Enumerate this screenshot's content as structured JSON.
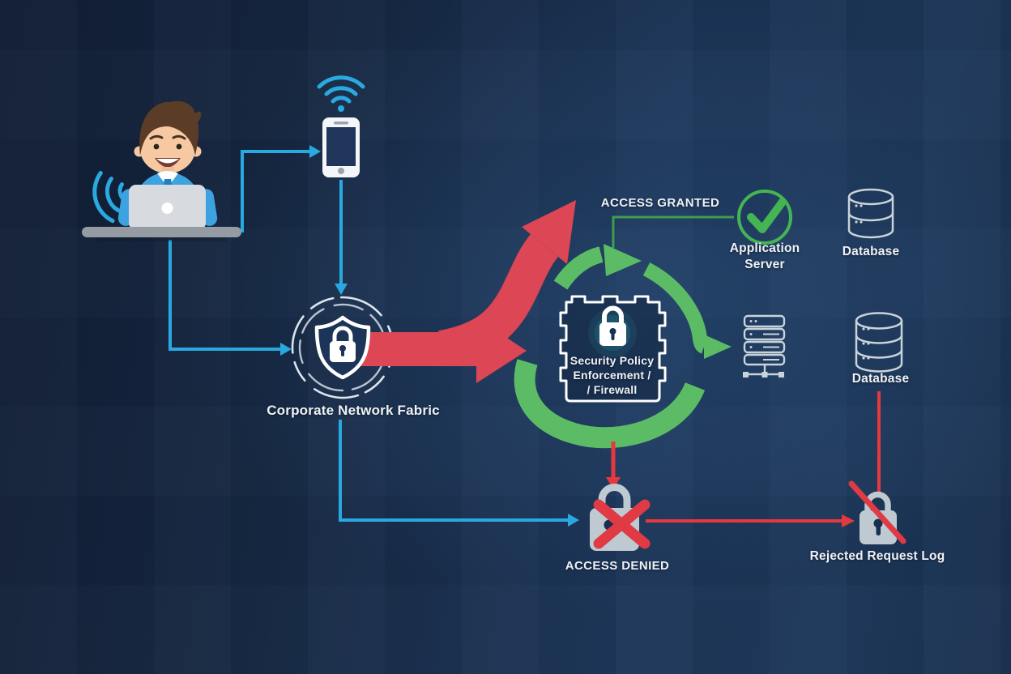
{
  "diagram_type": "network-security-flow",
  "colors": {
    "background": "#16294a",
    "connector_blue": "#2aa9e0",
    "flow_red": "#dc4655",
    "signal_red": "#e8383f",
    "cycle_green": "#5cbc66",
    "line_green": "#3f9e4e",
    "icon_light": "#c9d3da",
    "lock_gray": "#bfc9d2",
    "label_white": "#eef2f7",
    "glow_teal": "#35e0dc"
  },
  "nodes": [
    {
      "id": "user-workstation",
      "icon": "person-laptop-wifi-icon"
    },
    {
      "id": "mobile-device",
      "icon": "smartphone-wifi-icon"
    },
    {
      "id": "corporate-network-fabric",
      "icon": "shield-lock-icon",
      "label": "Corporate Network Fabric"
    },
    {
      "id": "security-policy-firewall",
      "icon": "firewall-lock-icon",
      "label": "Security Policy\nEnforcement /\n/ Firewall"
    },
    {
      "id": "application-server",
      "icon": "check-circle-icon",
      "label": "Application\nServer"
    },
    {
      "id": "database-top",
      "icon": "database-icon",
      "label": "Database"
    },
    {
      "id": "server-rack",
      "icon": "server-rack-icon"
    },
    {
      "id": "database-mid",
      "icon": "database-icon",
      "label": "Database"
    },
    {
      "id": "access-denied",
      "icon": "lock-x-icon",
      "label": "ACCESS DENIED"
    },
    {
      "id": "rejected-request-log",
      "icon": "lock-slash-icon",
      "label": "Rejected Request Log"
    }
  ],
  "edge_labels": {
    "access_granted": "ACCESS GRANTED"
  },
  "edges": [
    {
      "from": "user-workstation",
      "to": "mobile-device",
      "color": "blue",
      "style": "arrow"
    },
    {
      "from": "mobile-device",
      "to": "corporate-network-fabric",
      "color": "blue",
      "style": "arrow"
    },
    {
      "from": "user-workstation",
      "to": "corporate-network-fabric",
      "color": "blue",
      "style": "arrow"
    },
    {
      "from": "corporate-network-fabric",
      "to": "access-denied",
      "color": "blue",
      "style": "arrow"
    },
    {
      "from": "corporate-network-fabric",
      "to": "security-policy-firewall",
      "color": "red",
      "style": "thick-arrow"
    },
    {
      "from": "corporate-network-fabric",
      "to": "access-granted-path",
      "color": "red",
      "style": "thick-curved-arrow"
    },
    {
      "from": "security-policy-firewall",
      "to": "application-server",
      "color": "green",
      "style": "line",
      "label": "ACCESS GRANTED"
    },
    {
      "from": "security-policy-firewall",
      "to": "server-rack",
      "color": "green",
      "style": "arc-arrow"
    },
    {
      "from": "security-policy-firewall",
      "to": "access-denied",
      "color": "red",
      "style": "arrow"
    },
    {
      "from": "access-denied",
      "to": "rejected-request-log",
      "color": "red",
      "style": "arrow"
    },
    {
      "from": "database-mid",
      "to": "rejected-request-log",
      "color": "red",
      "style": "line"
    }
  ]
}
